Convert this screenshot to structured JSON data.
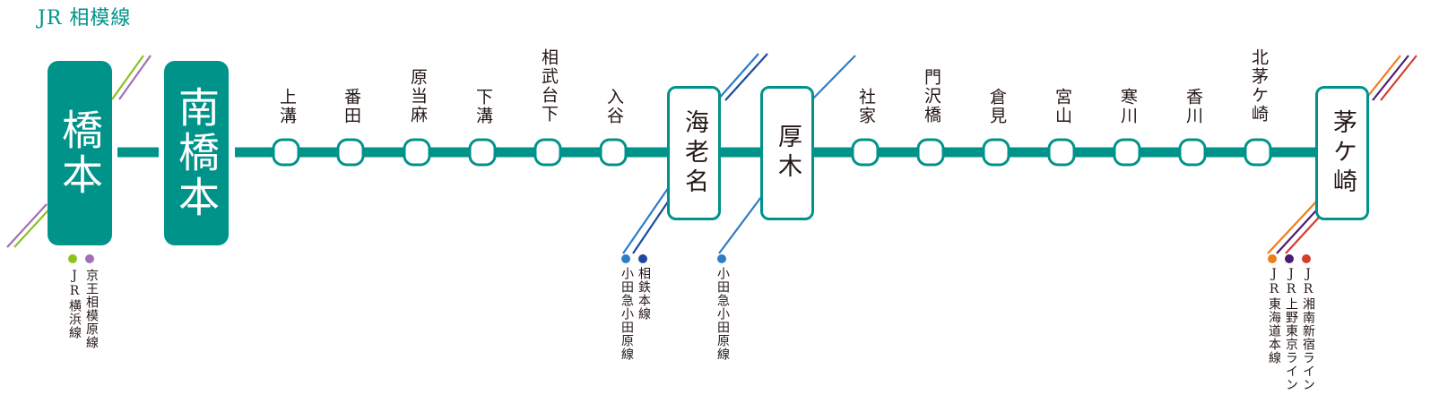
{
  "line_title": "JR 相模線",
  "colors": {
    "line": "#00938a",
    "keio": "#a36fb4",
    "yokohama": "#8dc21f",
    "sotetsu": "#1d4a9c",
    "odakyu": "#2f7dc4",
    "tokaido": "#ee7d1a",
    "ueno_tokyo": "#4b1a73",
    "shonan_shinjuku": "#d43d2a"
  },
  "terminals": [
    {
      "id": "hashimoto",
      "name": "橋本",
      "style": "filled"
    },
    {
      "id": "minamihashimoto",
      "name": "南橋本",
      "style": "filled"
    }
  ],
  "stations": [
    {
      "id": "kamimizo",
      "name": "上溝"
    },
    {
      "id": "banda",
      "name": "番田"
    },
    {
      "id": "harataima",
      "name": "原当麻"
    },
    {
      "id": "shimomizo",
      "name": "下溝"
    },
    {
      "id": "sagamiDaiShita",
      "name": "相武台下"
    },
    {
      "id": "iriya",
      "name": "入谷"
    },
    {
      "id": "ebina",
      "name": "海老名",
      "style": "box"
    },
    {
      "id": "atsugi",
      "name": "厚木",
      "style": "box"
    },
    {
      "id": "shake",
      "name": "社家"
    },
    {
      "id": "kadosawabashi",
      "name": "門沢橋"
    },
    {
      "id": "kuramI",
      "name": "倉見"
    },
    {
      "id": "miyayama",
      "name": "宮山"
    },
    {
      "id": "samukawa",
      "name": "寒川"
    },
    {
      "id": "kagawa",
      "name": "香川"
    },
    {
      "id": "kitachigasaki",
      "name": "北茅ケ崎"
    },
    {
      "id": "chigasaki",
      "name": "茅ケ崎",
      "style": "box"
    }
  ],
  "connections": {
    "hashimoto": [
      {
        "label": "JR横浜線",
        "color_key": "yokohama"
      },
      {
        "label": "京王相模原線",
        "color_key": "keio"
      }
    ],
    "ebina": [
      {
        "label": "小田急小田原線",
        "color_key": "odakyu"
      },
      {
        "label": "相鉄本線",
        "color_key": "sotetsu"
      }
    ],
    "atsugi": [
      {
        "label": "小田急小田原線",
        "color_key": "odakyu"
      }
    ],
    "chigasaki": [
      {
        "label": "JR東海道本線",
        "color_key": "tokaido"
      },
      {
        "label": "JR上野東京ライン",
        "color_key": "ueno_tokyo"
      },
      {
        "label": "JR湘南新宿ライン",
        "color_key": "shonan_shinjuku"
      }
    ]
  }
}
